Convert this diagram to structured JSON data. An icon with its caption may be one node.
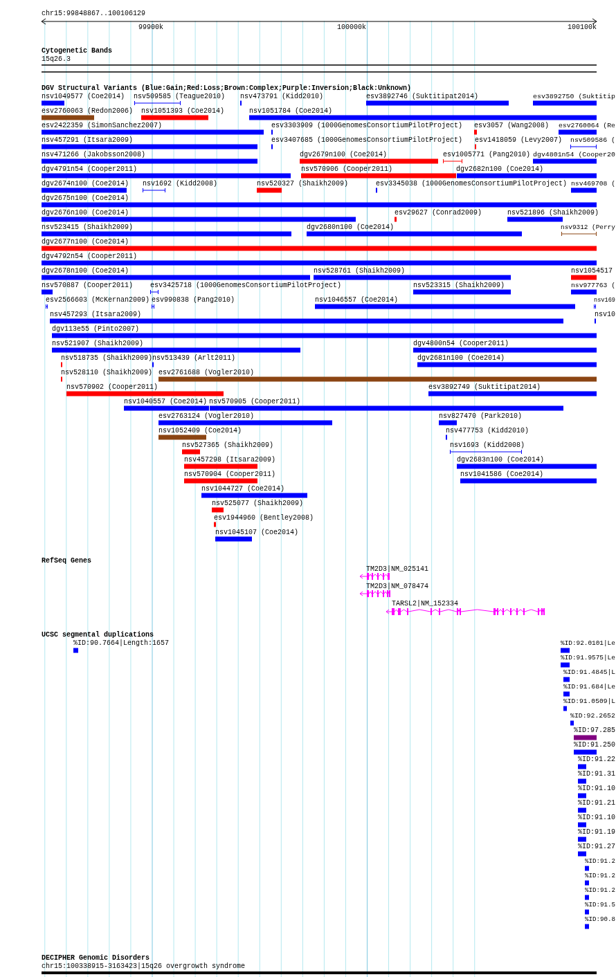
{
  "diagram": {
    "labels": [
      "chr15:99848867..100106129",
      "99900k",
      "100000k",
      "100100k",
      "Cytogenetic Bands",
      "15q26.3",
      "DGV Structural Variants (Blue:Gain;Red:Loss;Brown:Complex;Purple:Inversion;Black:Unknown)",
      "nsv1049577 (Coe2014)",
      "nsv509585 (Teague2010)",
      "nsv473791 (Kidd2010)",
      "esv3892746 (Suktitipat2014)",
      "esv3892750 (Suktitip",
      "esv2760063 (Redon2006)",
      "nsv1051393 (Coe2014)",
      "nsv1051784 (Coe2014)",
      "esv2422359 (SimonSanchez2007)",
      "esv3303909 (1000GenomesConsortiumPilotProject)",
      "esv3057 (Wang2008)",
      "esv2760064 (Re",
      "nsv457291 (Itsara2009)",
      "esv3407685 (1000GenomesConsortiumPilotProject)",
      "esv1418059 (Levy2007)",
      "nsv509586 (",
      "nsv471266 (Jakobsson2008)",
      "dgv2679n100 (Coe2014)",
      "esv1005771 (Pang2010)",
      "dgv4801n54 (Cooper20",
      "dgv4791n54 (Cooper2011)",
      "nsv570906 (Cooper2011)",
      "dgv2682n100 (Coe2014)",
      "dgv2674n100 (Coe2014)",
      "nsv1692 (Kidd2008)",
      "nsv520327 (Shaikh2009)",
      "esv3345038 (1000GenomesConsortiumPilotProject)",
      "nsv469708 (",
      "dgv2675n100 (Coe2014)",
      "dgv2676n100 (Coe2014)",
      "esv29627 (Conrad2009)",
      "nsv521896 (Shaikh2009)",
      "nsv523415 (Shaikh2009)",
      "dgv2680n100 (Coe2014)",
      "nsv9312 (Perry",
      "dgv2677n100 (Coe2014)",
      "dgv4792n54 (Cooper2011)",
      "dgv2678n100 (Coe2014)",
      "nsv528761 (Shaikh2009)",
      "nsv1054517",
      "nsv570887 (Cooper2011)",
      "esv3425718 (1000GenomesConsortiumPilotProject)",
      "nsv523315 (Shaikh2009)",
      "nsv977763 (",
      "esv2566603 (McKernan2009)",
      "esv990838 (Pang2010)",
      "nsv1046557 (Coe2014)",
      "nsv169",
      "nsv457293 (Itsara2009)",
      "nsv10",
      "dgv113e55 (Pinto2007)",
      "nsv521907 (Shaikh2009)",
      "dgv4800n54 (Cooper2011)",
      "nsv518735 (Shaikh2009)",
      "nsv513439 (Arlt2011)",
      "dgv2681n100 (Coe2014)",
      "nsv528110 (Shaikh2009)",
      "esv2761688 (Vogler2010)",
      "nsv570902 (Cooper2011)",
      "esv3892749 (Suktitipat2014)",
      "nsv1040557 (Coe2014)",
      "nsv570905 (Cooper2011)",
      "esv2763124 (Vogler2010)",
      "nsv827470 (Park2010)",
      "nsv1052409 (Coe2014)",
      "nsv477753 (Kidd2010)",
      "nsv527365 (Shaikh2009)",
      "nsv1693 (Kidd2008)",
      "nsv457298 (Itsara2009)",
      "dgv2683n100 (Coe2014)",
      "nsv570904 (Cooper2011)",
      "nsv1041586 (Coe2014)",
      "nsv1044727 (Coe2014)",
      "nsv525077 (Shaikh2009)",
      "esv1944960 (Bentley2008)",
      "nsv1045107 (Coe2014)",
      "RefSeq Genes",
      "TM2D3|NM_025141",
      "TM2D3|NM_078474",
      "TARSL2|NM_152334",
      "UCSC segmental duplications",
      "%ID:90.7664|Length:1657",
      "%ID:92.0101|Le",
      "%ID:91.9575|Le",
      "%ID:91.4845|L",
      "%ID:91.684|Le",
      "%ID:91.0509|L",
      "%ID:92.2652",
      "%ID:97.285",
      "%ID:91.250",
      "%ID:91.22",
      "%ID:91.31",
      "%ID:91.10",
      "%ID:91.21",
      "%ID:91.10",
      "%ID:91.19",
      "%ID:91.27",
      "%ID:91.2",
      "%ID:91.2",
      "%ID:91.2",
      "%ID:91.5",
      "%ID:90.8",
      "DECIPHER Genomic Disorders",
      "chr15:100338915-3163423|15q26 overgrowth syndrome"
    ]
  }
}
